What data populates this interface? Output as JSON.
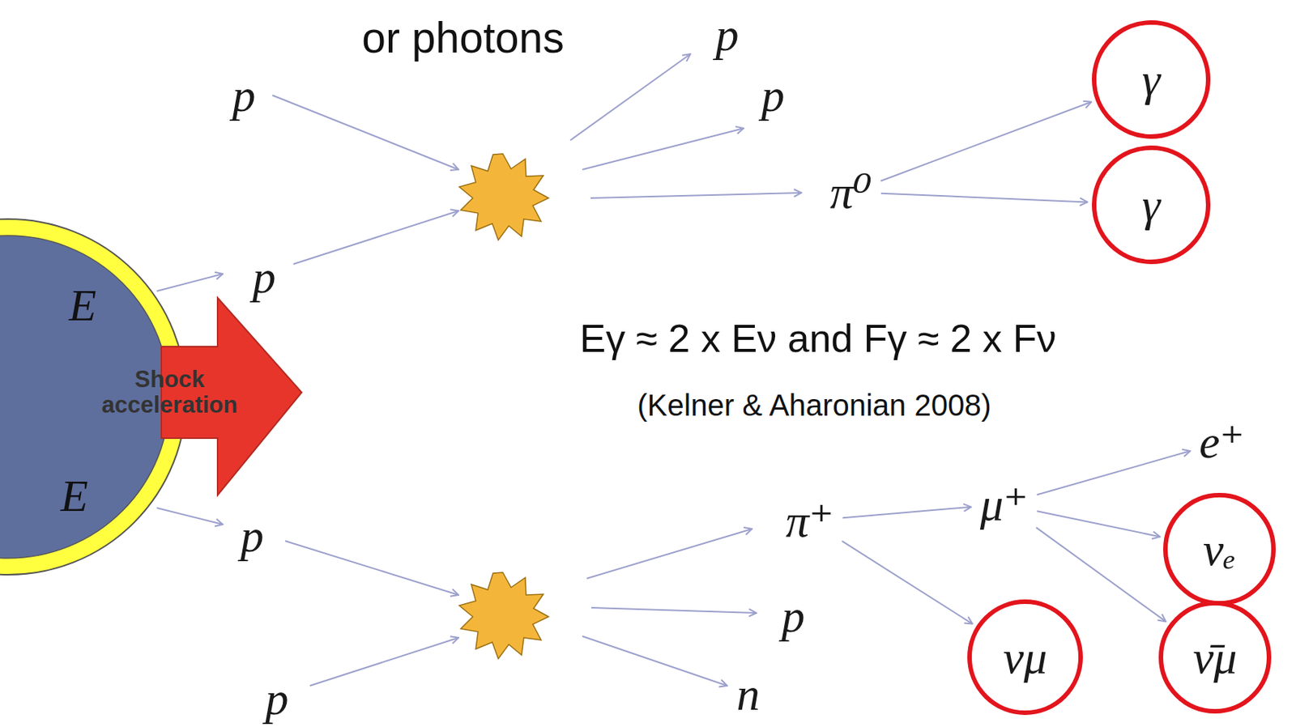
{
  "diagram": {
    "nodes": [
      {
        "text": [
          "p"
        ]
      },
      {
        "text": [
          "p"
        ]
      },
      {
        "text": [
          "p"
        ]
      },
      {
        "text": [
          "p"
        ]
      },
      {
        "text": [
          "π⁰"
        ]
      },
      {
        "text": [
          "γ"
        ]
      },
      {
        "text": [
          "γ"
        ]
      },
      {
        "text": [
          "p"
        ]
      },
      {
        "text": [
          "p"
        ]
      },
      {
        "text": [
          "π⁺"
        ]
      },
      {
        "text": [
          "p"
        ]
      },
      {
        "text": [
          "n"
        ]
      },
      {
        "text": [
          "μ⁺"
        ]
      },
      {
        "text": [
          "e⁺"
        ]
      },
      {
        "text": [
          "νₑ"
        ]
      },
      {
        "text": [
          "νμ"
        ]
      },
      {
        "text": [
          "ν̄μ"
        ]
      }
    ],
    "edges": [
      {
        "from": 4,
        "to": 5,
        "arrow": "to"
      },
      {
        "from": 4,
        "to": 6,
        "arrow": "to"
      },
      {
        "from": 9,
        "to": 12,
        "arrow": "to"
      },
      {
        "from": 9,
        "to": 15,
        "arrow": "to"
      },
      {
        "from": 12,
        "to": 13,
        "arrow": "to"
      },
      {
        "from": 12,
        "to": 14,
        "arrow": "to"
      },
      {
        "from": 12,
        "to": 16,
        "arrow": "to"
      }
    ],
    "labels": [
      "or photons",
      "Eγ ≈ 2 x Eν and Fγ ≈ 2 x Fν",
      "(Kelner & Aharonian 2008)",
      "E",
      "E",
      "Shock acceleration"
    ]
  }
}
